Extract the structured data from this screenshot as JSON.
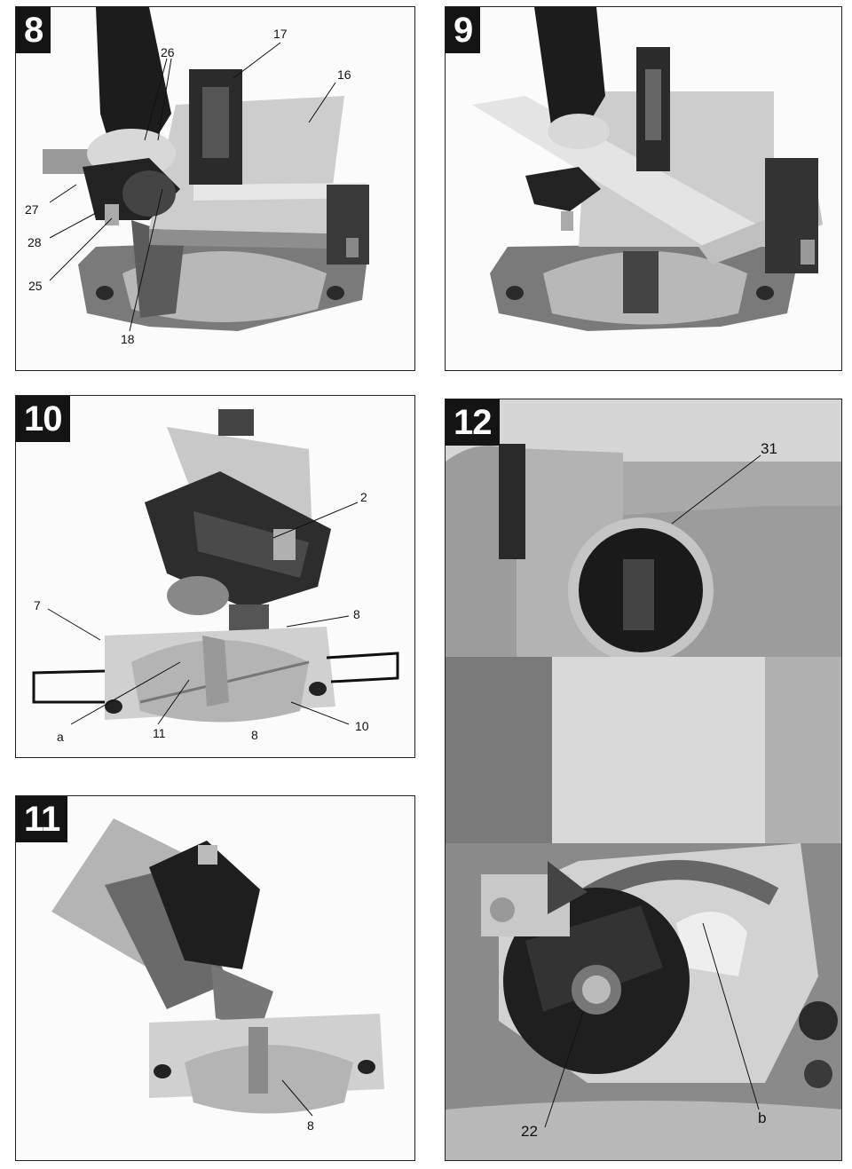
{
  "figures": [
    {
      "number": "8",
      "labels": [
        "17",
        "26",
        "16",
        "27",
        "28",
        "25",
        "18"
      ]
    },
    {
      "number": "9",
      "labels": []
    },
    {
      "number": "10",
      "labels": [
        "2",
        "7",
        "8",
        "a",
        "11",
        "8",
        "10"
      ]
    },
    {
      "number": "11",
      "labels": [
        "8"
      ]
    },
    {
      "number": "12",
      "labels": [
        "31",
        "22",
        "b"
      ]
    }
  ],
  "icons": [
    "miter-saw-photo",
    "leader-line"
  ]
}
